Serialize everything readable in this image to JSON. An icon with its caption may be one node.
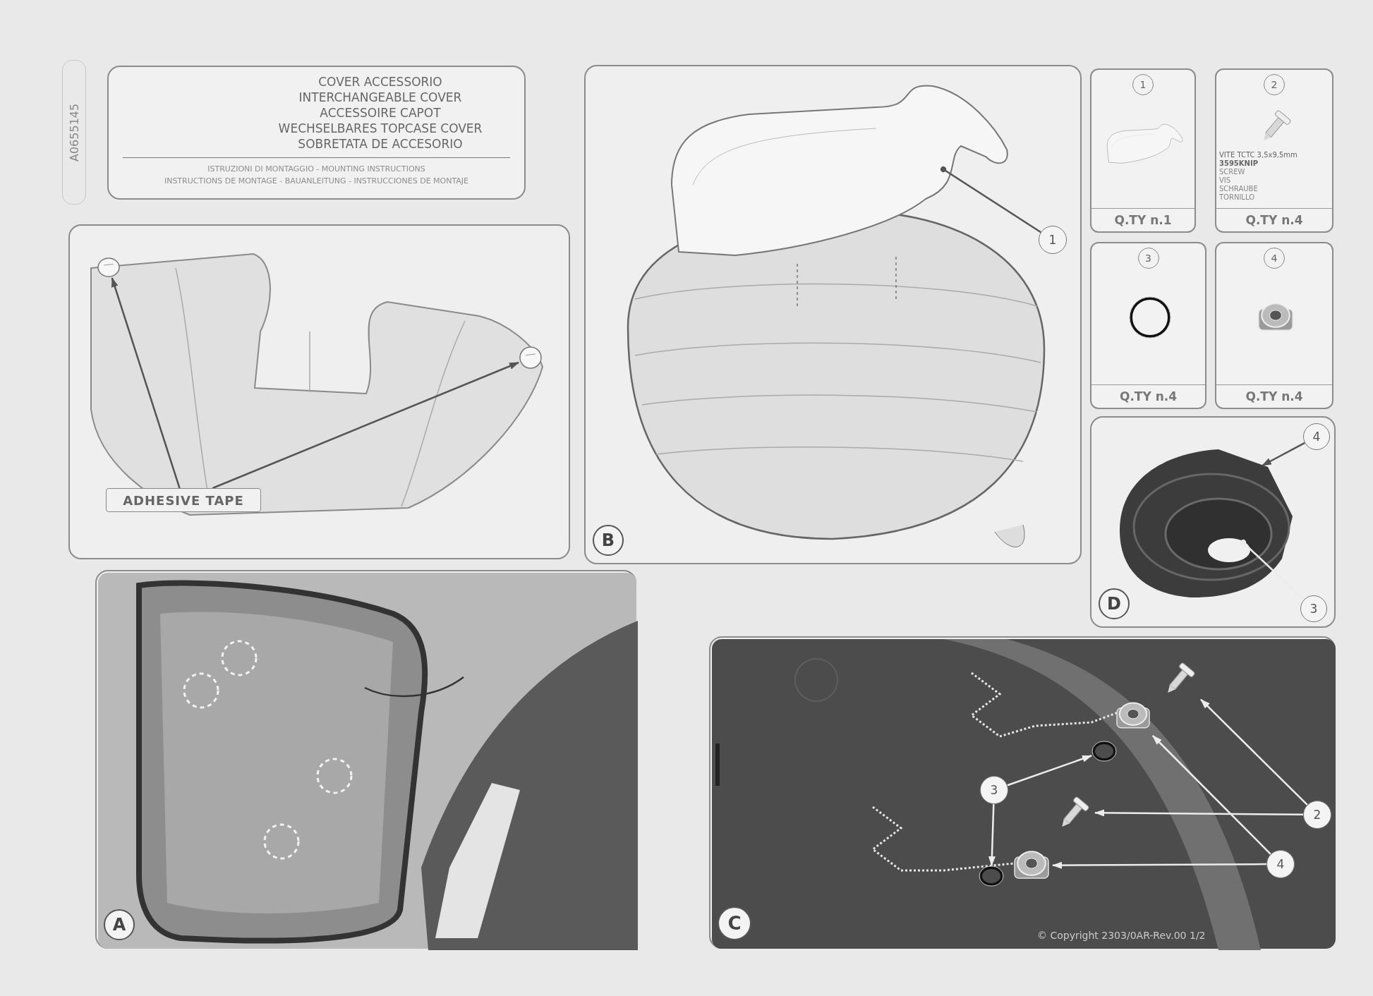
{
  "diagram": {
    "nodes": [
      {
        "text": [
          "COVER ACCESSORIO",
          "INTERCHANGEABLE COVER",
          "ACCESSOIRE CAPOT",
          "WECHSELBARES TOPCASE COVER",
          "SOBRETATA DE ACCESORIO",
          "ISTRUZIONI DI MONTAGGIO - MOUNTING INSTRUCTIONS",
          "INSTRUCTIONS DE MONTAGE - BAUANLEITUNG - INSTRUCCIONES DE MONTAJE"
        ]
      },
      {
        "text": [],
        "shape": "box"
      },
      {
        "text": [
          "ADHESIVE TAPE"
        ],
        "in": 1
      },
      {
        "text": [],
        "shape": "picture",
        "in": 1
      },
      {
        "text": [],
        "shape": "picture",
        "in": 1
      },
      {
        "text": [
          "B"
        ]
      },
      {
        "text": [],
        "shape": "picture",
        "in": 5
      },
      {
        "text": [
          "1"
        ],
        "in": 5
      },
      {
        "text": [
          "1",
          "Q.TY n.1"
        ]
      },
      {
        "text": [
          "2",
          "VITE TCTC 3,5x9,5mm",
          "3595KNIP",
          "SCREW",
          "VIS",
          "SCHRAUBE",
          "TORNILLO",
          "Q.TY n.4"
        ]
      },
      {
        "text": [
          "3",
          "Q.TY n.4"
        ]
      },
      {
        "text": [
          "4",
          "Q.TY n.4"
        ]
      },
      {
        "text": [
          "D"
        ]
      },
      {
        "text": [],
        "shape": "picture",
        "in": 12
      },
      {
        "text": [
          "4"
        ],
        "in": 12
      },
      {
        "text": [
          "3"
        ],
        "in": 12
      },
      {
        "text": [
          "A"
        ]
      },
      {
        "text": [
          "C"
        ]
      },
      {
        "text": [
          "3"
        ],
        "in": 17
      },
      {
        "text": [],
        "shape": "picture",
        "in": 17
      },
      {
        "text": [],
        "shape": "picture",
        "in": 17
      },
      {
        "text": [],
        "shape": "picture",
        "in": 17
      },
      {
        "text": [],
        "shape": "picture",
        "in": 17
      },
      {
        "text": [],
        "shape": "picture",
        "in": 17
      },
      {
        "text": [],
        "shape": "picture",
        "in": 17
      },
      {
        "text": [
          "2"
        ],
        "in": 17
      },
      {
        "text": [
          "4"
        ],
        "in": 17
      }
    ],
    "edges": [
      {
        "from": 2,
        "to": 3,
        "arrow": "to",
        "color": "#555555"
      },
      {
        "from": 2,
        "to": 4,
        "arrow": "to",
        "color": "#555555"
      },
      {
        "from": 7,
        "to": 6,
        "arrow": "other",
        "color": "#555555"
      },
      {
        "from": 14,
        "to": 13,
        "arrow": "to",
        "color": "#555555"
      },
      {
        "from": 15,
        "to": 13,
        "arrow": "other"
      },
      {
        "from": 18,
        "to": 19,
        "arrow": "to"
      },
      {
        "from": 18,
        "to": 20,
        "arrow": "to"
      },
      {
        "from": 25,
        "to": 21,
        "arrow": "to"
      },
      {
        "from": 25,
        "to": 22,
        "arrow": "to"
      },
      {
        "from": 26,
        "to": 23,
        "arrow": "to"
      },
      {
        "from": 26,
        "to": 24,
        "arrow": "to"
      }
    ],
    "labels": [
      "A0655145",
      "© Copyright 2303/0AR-Rev.00 1/2"
    ]
  }
}
